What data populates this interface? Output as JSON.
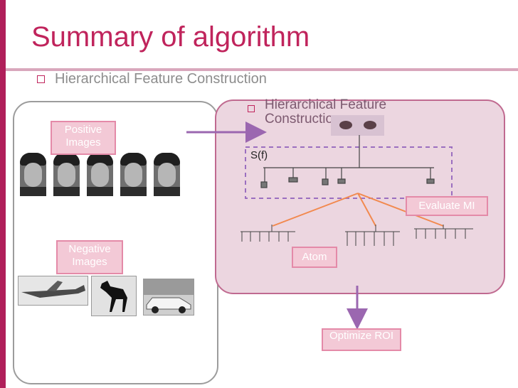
{
  "slide": {
    "title": "Summary of algorithm",
    "bullet": "Hierarchical Feature Construction"
  },
  "left_panel": {
    "positive_label": "Positive Images",
    "negative_label": "Negative Images"
  },
  "right_panel": {
    "bullet": "Hierarchical Feature Construction",
    "feature_label": "S(f)"
  },
  "labels": {
    "evaluate": "Evaluate MI",
    "atom": "Atom",
    "optimize": "Optimize ROI"
  },
  "colors": {
    "accent": "#c0245c",
    "panel": "#ecd6e0",
    "label_fill": "#f3c9d6",
    "orange_arrow": "#f2894e",
    "purple_arrow": "#9b67b0",
    "dashed_box": "#9b6fc0"
  }
}
